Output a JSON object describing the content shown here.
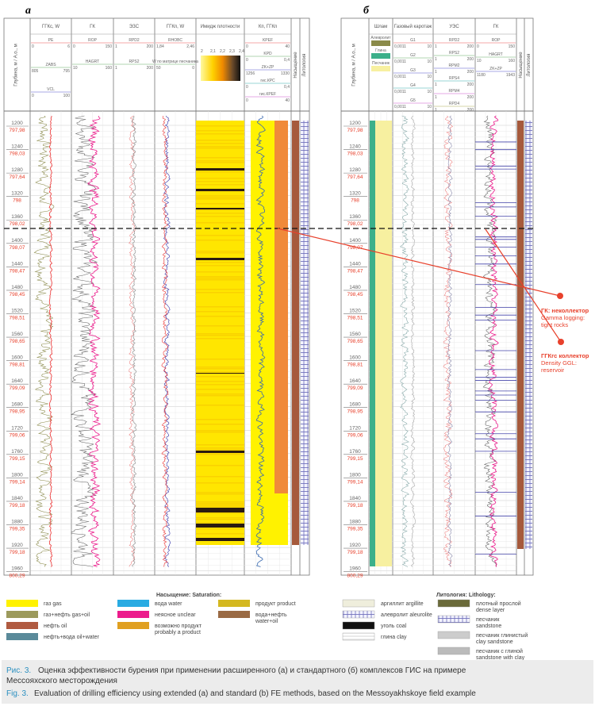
{
  "panel_a": {
    "label": "а",
    "depth_header": "Глубина, м / А.о., м",
    "columns": [
      {
        "title": "ГГКс, W",
        "curves": [
          {
            "name": "PE",
            "min": "0",
            "max": "6"
          },
          {
            "name": "ZABS",
            "min": "805",
            "max": "795"
          },
          {
            "name": "VCL",
            "min": "0",
            "max": "100"
          }
        ]
      },
      {
        "title": "ГК",
        "curves": [
          {
            "name": "ROP",
            "min": "0",
            "max": "150"
          },
          {
            "name": "HAGRT",
            "min": "10",
            "max": "160"
          }
        ]
      },
      {
        "title": "ЭЗС",
        "curves": [
          {
            "name": "RPD2",
            "min": "1",
            "max": "200"
          },
          {
            "name": "RPS2",
            "min": "1",
            "max": "200"
          }
        ]
      },
      {
        "title": "ГГКп, W",
        "curves": [
          {
            "name": "RHOBC",
            "min": "1,84",
            "max": "2,46"
          },
          {
            "name": "W по матрице песчаника",
            "min": "50",
            "max": "0"
          }
        ]
      },
      {
        "title": "Имидж плотности",
        "scale": [
          "2",
          "2,1",
          "2,2",
          "2,3",
          "2,4"
        ]
      },
      {
        "title": "Кп, ГГКп",
        "curves": [
          {
            "name": "KPEF",
            "min": "0",
            "max": "40"
          },
          {
            "name": "KPD",
            "min": "0",
            "max": "0,4"
          },
          {
            "name": "ZK+ZP",
            "min": "1256",
            "max": "1330"
          },
          {
            "name": "гис.КРС",
            "min": "0",
            "max": "0,4"
          },
          {
            "name": "гис.КРЕF",
            "min": "0",
            "max": "40"
          }
        ]
      }
    ],
    "sat_header": "Насыщение",
    "lith_header": "Литология"
  },
  "panel_b": {
    "label": "б",
    "depth_header": "Глубина, м / А.о., м",
    "columns": [
      {
        "title": "Шлам",
        "items": [
          "Алевролит",
          "Глина",
          "Песчаник"
        ]
      },
      {
        "title": "Газовый каротаж",
        "curves": [
          {
            "name": "G1",
            "min": "0,0011",
            "max": "10"
          },
          {
            "name": "G2",
            "min": "0,0011",
            "max": "10"
          },
          {
            "name": "G3",
            "min": "0,0011",
            "max": "10"
          },
          {
            "name": "G4",
            "min": "0,0011",
            "max": "10"
          },
          {
            "name": "G5",
            "min": "0,0011",
            "max": "10"
          }
        ]
      },
      {
        "title": "УЭС",
        "curves": [
          {
            "name": "RPD2",
            "min": "1",
            "max": "200"
          },
          {
            "name": "RPS2",
            "min": "1",
            "max": "200"
          },
          {
            "name": "RPM2",
            "min": "1",
            "max": "200"
          },
          {
            "name": "RPS4",
            "min": "1",
            "max": "200"
          },
          {
            "name": "RPM4",
            "min": "1",
            "max": "200"
          },
          {
            "name": "RPD4",
            "min": "1",
            "max": "200"
          }
        ]
      },
      {
        "title": "ГК",
        "curves": [
          {
            "name": "ROP",
            "min": "0",
            "max": "150"
          },
          {
            "name": "HAGRT",
            "min": "10",
            "max": "160"
          },
          {
            "name": "ZK+ZP",
            "min": "1180",
            "max": "1943"
          }
        ]
      }
    ],
    "sat_header": "Насыщение",
    "lith_header": "Литология"
  },
  "depths": [
    {
      "md": "1200",
      "tvd": "797,98"
    },
    {
      "md": "1240",
      "tvd": "798,03"
    },
    {
      "md": "1280",
      "tvd": "797,64"
    },
    {
      "md": "1320",
      "tvd": "798"
    },
    {
      "md": "1360",
      "tvd": "798,02"
    },
    {
      "md": "1400",
      "tvd": "798,07"
    },
    {
      "md": "1440",
      "tvd": "798,47"
    },
    {
      "md": "1480",
      "tvd": "798,45"
    },
    {
      "md": "1520",
      "tvd": "798,51"
    },
    {
      "md": "1560",
      "tvd": "798,65"
    },
    {
      "md": "1600",
      "tvd": "798,81"
    },
    {
      "md": "1640",
      "tvd": "799,09"
    },
    {
      "md": "1680",
      "tvd": "798,95"
    },
    {
      "md": "1720",
      "tvd": "799,06"
    },
    {
      "md": "1760",
      "tvd": "799,15"
    },
    {
      "md": "1800",
      "tvd": "799,14"
    },
    {
      "md": "1840",
      "tvd": "799,18"
    },
    {
      "md": "1880",
      "tvd": "799,35"
    },
    {
      "md": "1920",
      "tvd": "799,18"
    },
    {
      "md": "1960",
      "tvd": "800,29"
    }
  ],
  "annotations": [
    {
      "title": "ГК: неколлектор",
      "text1": "Gamma logging:",
      "text2": "tight rocks"
    },
    {
      "title": "ГГКгс коллектор",
      "text1": "Density GGL:",
      "text2": "reservoir"
    }
  ],
  "legend_saturation": {
    "title": "Насыщение: Saturation:",
    "items": [
      {
        "l1": "газ gas",
        "color": "#fff200"
      },
      {
        "l1": "газ+нефть gas+oil",
        "color": "#9c9a5c"
      },
      {
        "l1": "нефть oil",
        "color": "#b05a40"
      },
      {
        "l1": "нефть+вода oil+water",
        "color": "#5a8a9a"
      },
      {
        "l1": "вода water",
        "color": "#29abe2"
      },
      {
        "l1": "неясное unclear",
        "color": "#ec1c8c"
      },
      {
        "l1": "возможно продукт",
        "l2": "probably a product",
        "color": "#e0a020"
      },
      {
        "l1": "продукт product",
        "color": "#d4b820"
      },
      {
        "l1": "вода+нефть",
        "l2": "water+oil",
        "color": "#9a6a44"
      }
    ]
  },
  "legend_lithology": {
    "title": "Литология: Lithology:",
    "items": [
      {
        "l1": "аргиллит argillite"
      },
      {
        "l1": "алевролит aleurolite"
      },
      {
        "l1": "уголь coal"
      },
      {
        "l1": "глина clay"
      },
      {
        "l1": "плотный прослой",
        "l2": "dense layer"
      },
      {
        "l1": "песчаник",
        "l2": "sandstone"
      },
      {
        "l1": "песчаник глинистый",
        "l2": "clay sandstone"
      },
      {
        "l1": "песчаник с глиной",
        "l2": "sandstone with clay"
      }
    ]
  },
  "caption": {
    "ru_num": "Рис. 3.",
    "ru_1": "Оценка эффективности бурения при применении расширенного (а) и стандартного (б) комплексов ГИС на примере",
    "ru_2": "Мессояхского месторождения",
    "en_num": "Fig. 3.",
    "en": "Evaluation of drilling efficiency using extended (a) and standard (b) FE methods, based on the Messoyakhskoye field example"
  }
}
